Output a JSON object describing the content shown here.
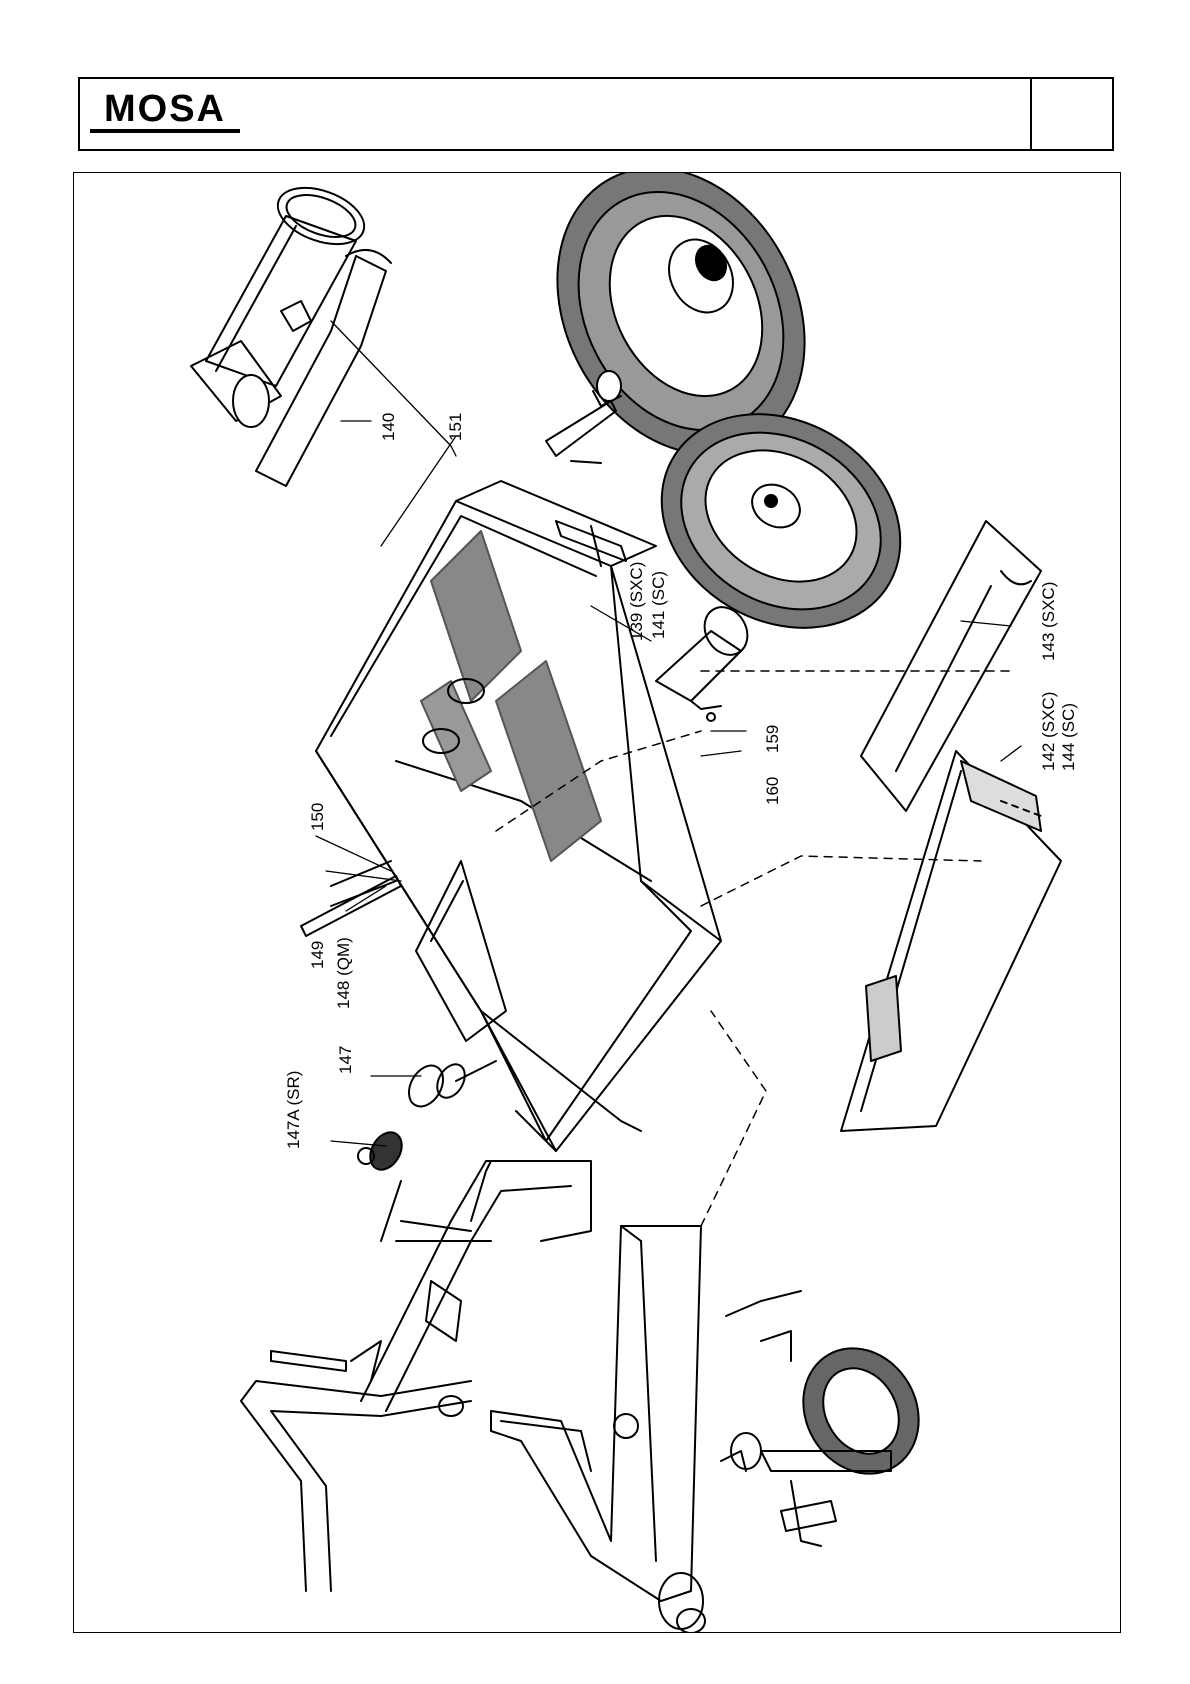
{
  "header": {
    "logo_text": "MOSA"
  },
  "callouts": [
    {
      "id": "c140",
      "label": "140"
    },
    {
      "id": "c151",
      "label": "151"
    },
    {
      "id": "c150",
      "label": "150"
    },
    {
      "id": "c149",
      "label": "149"
    },
    {
      "id": "c148",
      "label": "148 (QM)"
    },
    {
      "id": "c147",
      "label": "147"
    },
    {
      "id": "c147a",
      "label": "147A (SR)"
    },
    {
      "id": "c139",
      "label": "139 (SXC)"
    },
    {
      "id": "c141",
      "label": "141 (SC)"
    },
    {
      "id": "c160",
      "label": "160"
    },
    {
      "id": "c159",
      "label": "159"
    },
    {
      "id": "c143",
      "label": "143 (SXC)"
    },
    {
      "id": "c142",
      "label": "142 (SXC)"
    },
    {
      "id": "c144",
      "label": "144 (SC)"
    }
  ],
  "colors": {
    "line": "#000000",
    "tire_fill": "#555555",
    "stipple": "#7a7a7a"
  }
}
